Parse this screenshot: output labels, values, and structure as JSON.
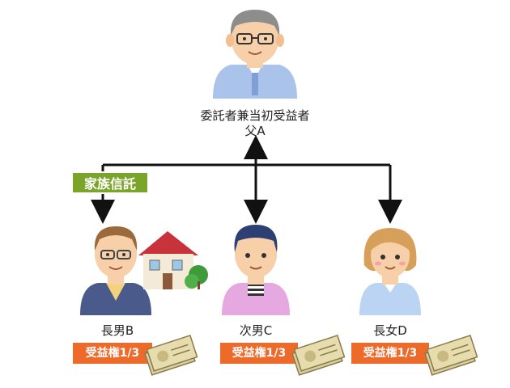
{
  "father": {
    "role": "委託者兼当初受益者",
    "name": "父A"
  },
  "trust_label": "家族信託",
  "beneficiaries": [
    {
      "name": "長男B",
      "share": "受益権1/3"
    },
    {
      "name": "次男C",
      "share": "受益権1/3"
    },
    {
      "name": "長女D",
      "share": "受益権1/3"
    }
  ],
  "colors": {
    "arrow": "#111111",
    "trust_label": "#7aa52a",
    "share_badge": "#ee6a2a"
  }
}
